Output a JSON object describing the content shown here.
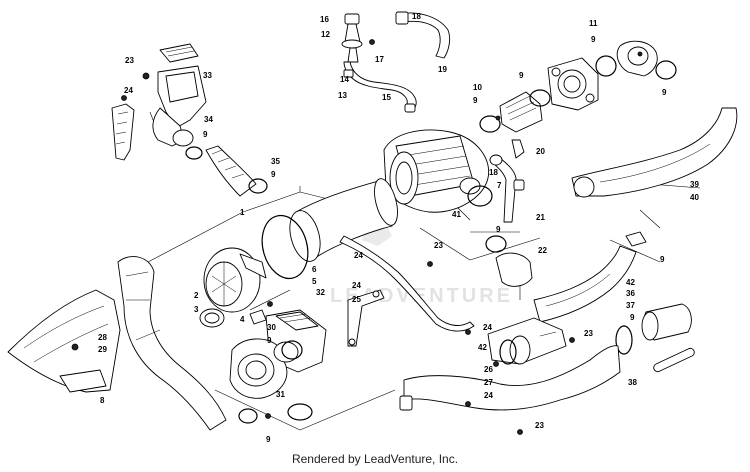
{
  "footer": {
    "credit": "Rendered by LeadVenture, Inc."
  },
  "watermark": {
    "text": "LEADVENTURE"
  },
  "callouts": [
    {
      "label": "16"
    },
    {
      "label": "12"
    },
    {
      "label": "18"
    },
    {
      "label": "17"
    },
    {
      "label": "19"
    },
    {
      "label": "14"
    },
    {
      "label": "13"
    },
    {
      "label": "15"
    },
    {
      "label": "23"
    },
    {
      "label": "33"
    },
    {
      "label": "24"
    },
    {
      "label": "34"
    },
    {
      "label": "9"
    },
    {
      "label": "35"
    },
    {
      "label": "9"
    },
    {
      "label": "1"
    },
    {
      "label": "5"
    },
    {
      "label": "6"
    },
    {
      "label": "2"
    },
    {
      "label": "3"
    },
    {
      "label": "4"
    },
    {
      "label": "32"
    },
    {
      "label": "30"
    },
    {
      "label": "9"
    },
    {
      "label": "31"
    },
    {
      "label": "9"
    },
    {
      "label": "28"
    },
    {
      "label": "29"
    },
    {
      "label": "8"
    },
    {
      "label": "11"
    },
    {
      "label": "9"
    },
    {
      "label": "9"
    },
    {
      "label": "9"
    },
    {
      "label": "10"
    },
    {
      "label": "9"
    },
    {
      "label": "20"
    },
    {
      "label": "18"
    },
    {
      "label": "7"
    },
    {
      "label": "41"
    },
    {
      "label": "21"
    },
    {
      "label": "9"
    },
    {
      "label": "23"
    },
    {
      "label": "22"
    },
    {
      "label": "24"
    },
    {
      "label": "24"
    },
    {
      "label": "25"
    },
    {
      "label": "39"
    },
    {
      "label": "40"
    },
    {
      "label": "9"
    },
    {
      "label": "42"
    },
    {
      "label": "36"
    },
    {
      "label": "37"
    },
    {
      "label": "9"
    },
    {
      "label": "38"
    },
    {
      "label": "24"
    },
    {
      "label": "23"
    },
    {
      "label": "42"
    },
    {
      "label": "26"
    },
    {
      "label": "27"
    },
    {
      "label": "24"
    },
    {
      "label": "23"
    }
  ]
}
